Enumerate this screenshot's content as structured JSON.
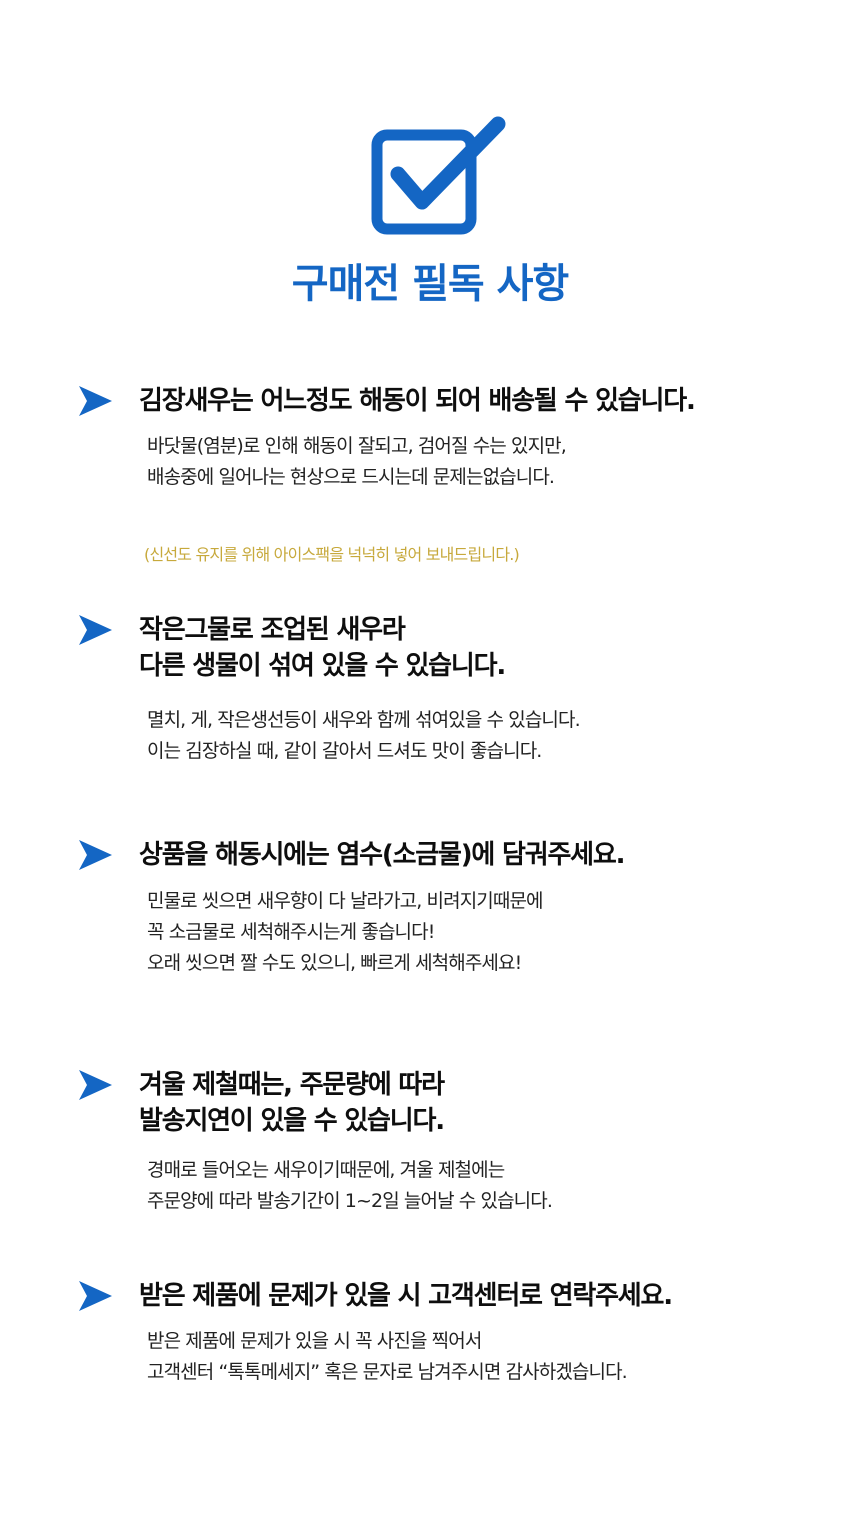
{
  "header": {
    "icon": "checkbox-checked-icon",
    "title": "구매전 필독 사항",
    "accent_color": "#1466c4"
  },
  "sections": [
    {
      "icon": "arrow-right-icon",
      "heading": [
        "김장새우는 어느정도 해동이 되어 배송될 수 있습니다."
      ],
      "body": [
        "바닷물(염분)로 인해 해동이 잘되고, 검어질 수는 있지만,",
        "배송중에 일어나는 현상으로 드시는데 문제는없습니다."
      ],
      "note": "(신선도 유지를 위해 아이스팩을 넉넉히 넣어 보내드립니다.)"
    },
    {
      "icon": "arrow-right-icon",
      "heading": [
        "작은그물로 조업된 새우라",
        "다른 생물이 섞여 있을 수 있습니다."
      ],
      "body": [
        "멸치, 게, 작은생선등이 새우와 함께 섞여있을 수 있습니다.",
        "이는 김장하실 때, 같이 갈아서 드셔도 맛이 좋습니다."
      ]
    },
    {
      "icon": "arrow-right-icon",
      "heading": [
        "상품을 해동시에는 염수(소금물)에 담궈주세요."
      ],
      "body": [
        "민물로 씻으면 새우향이 다 날라가고, 비려지기때문에",
        "꼭 소금물로 세척해주시는게 좋습니다!",
        "오래 씻으면 짤 수도 있으니, 빠르게 세척해주세요!"
      ]
    },
    {
      "icon": "arrow-right-icon",
      "heading": [
        "겨울 제철때는, 주문량에 따라",
        "발송지연이 있을 수 있습니다."
      ],
      "body": [
        "경매로 들어오는 새우이기때문에, 겨울 제철에는",
        "주문양에 따라 발송기간이 1~2일 늘어날 수 있습니다."
      ]
    },
    {
      "icon": "arrow-right-icon",
      "heading": [
        "받은 제품에 문제가 있을 시 고객센터로 연락주세요."
      ],
      "body": [
        "받은 제품에 문제가 있을 시 꼭 사진을 찍어서",
        "고객센터 “톡톡메세지” 혹은 문자로 남겨주시면 감사하겠습니다."
      ]
    }
  ],
  "colors": {
    "accent": "#1466c4",
    "heading": "#0e0e0e",
    "body": "#222222",
    "note": "#c7a93c",
    "background": "#ffffff"
  }
}
